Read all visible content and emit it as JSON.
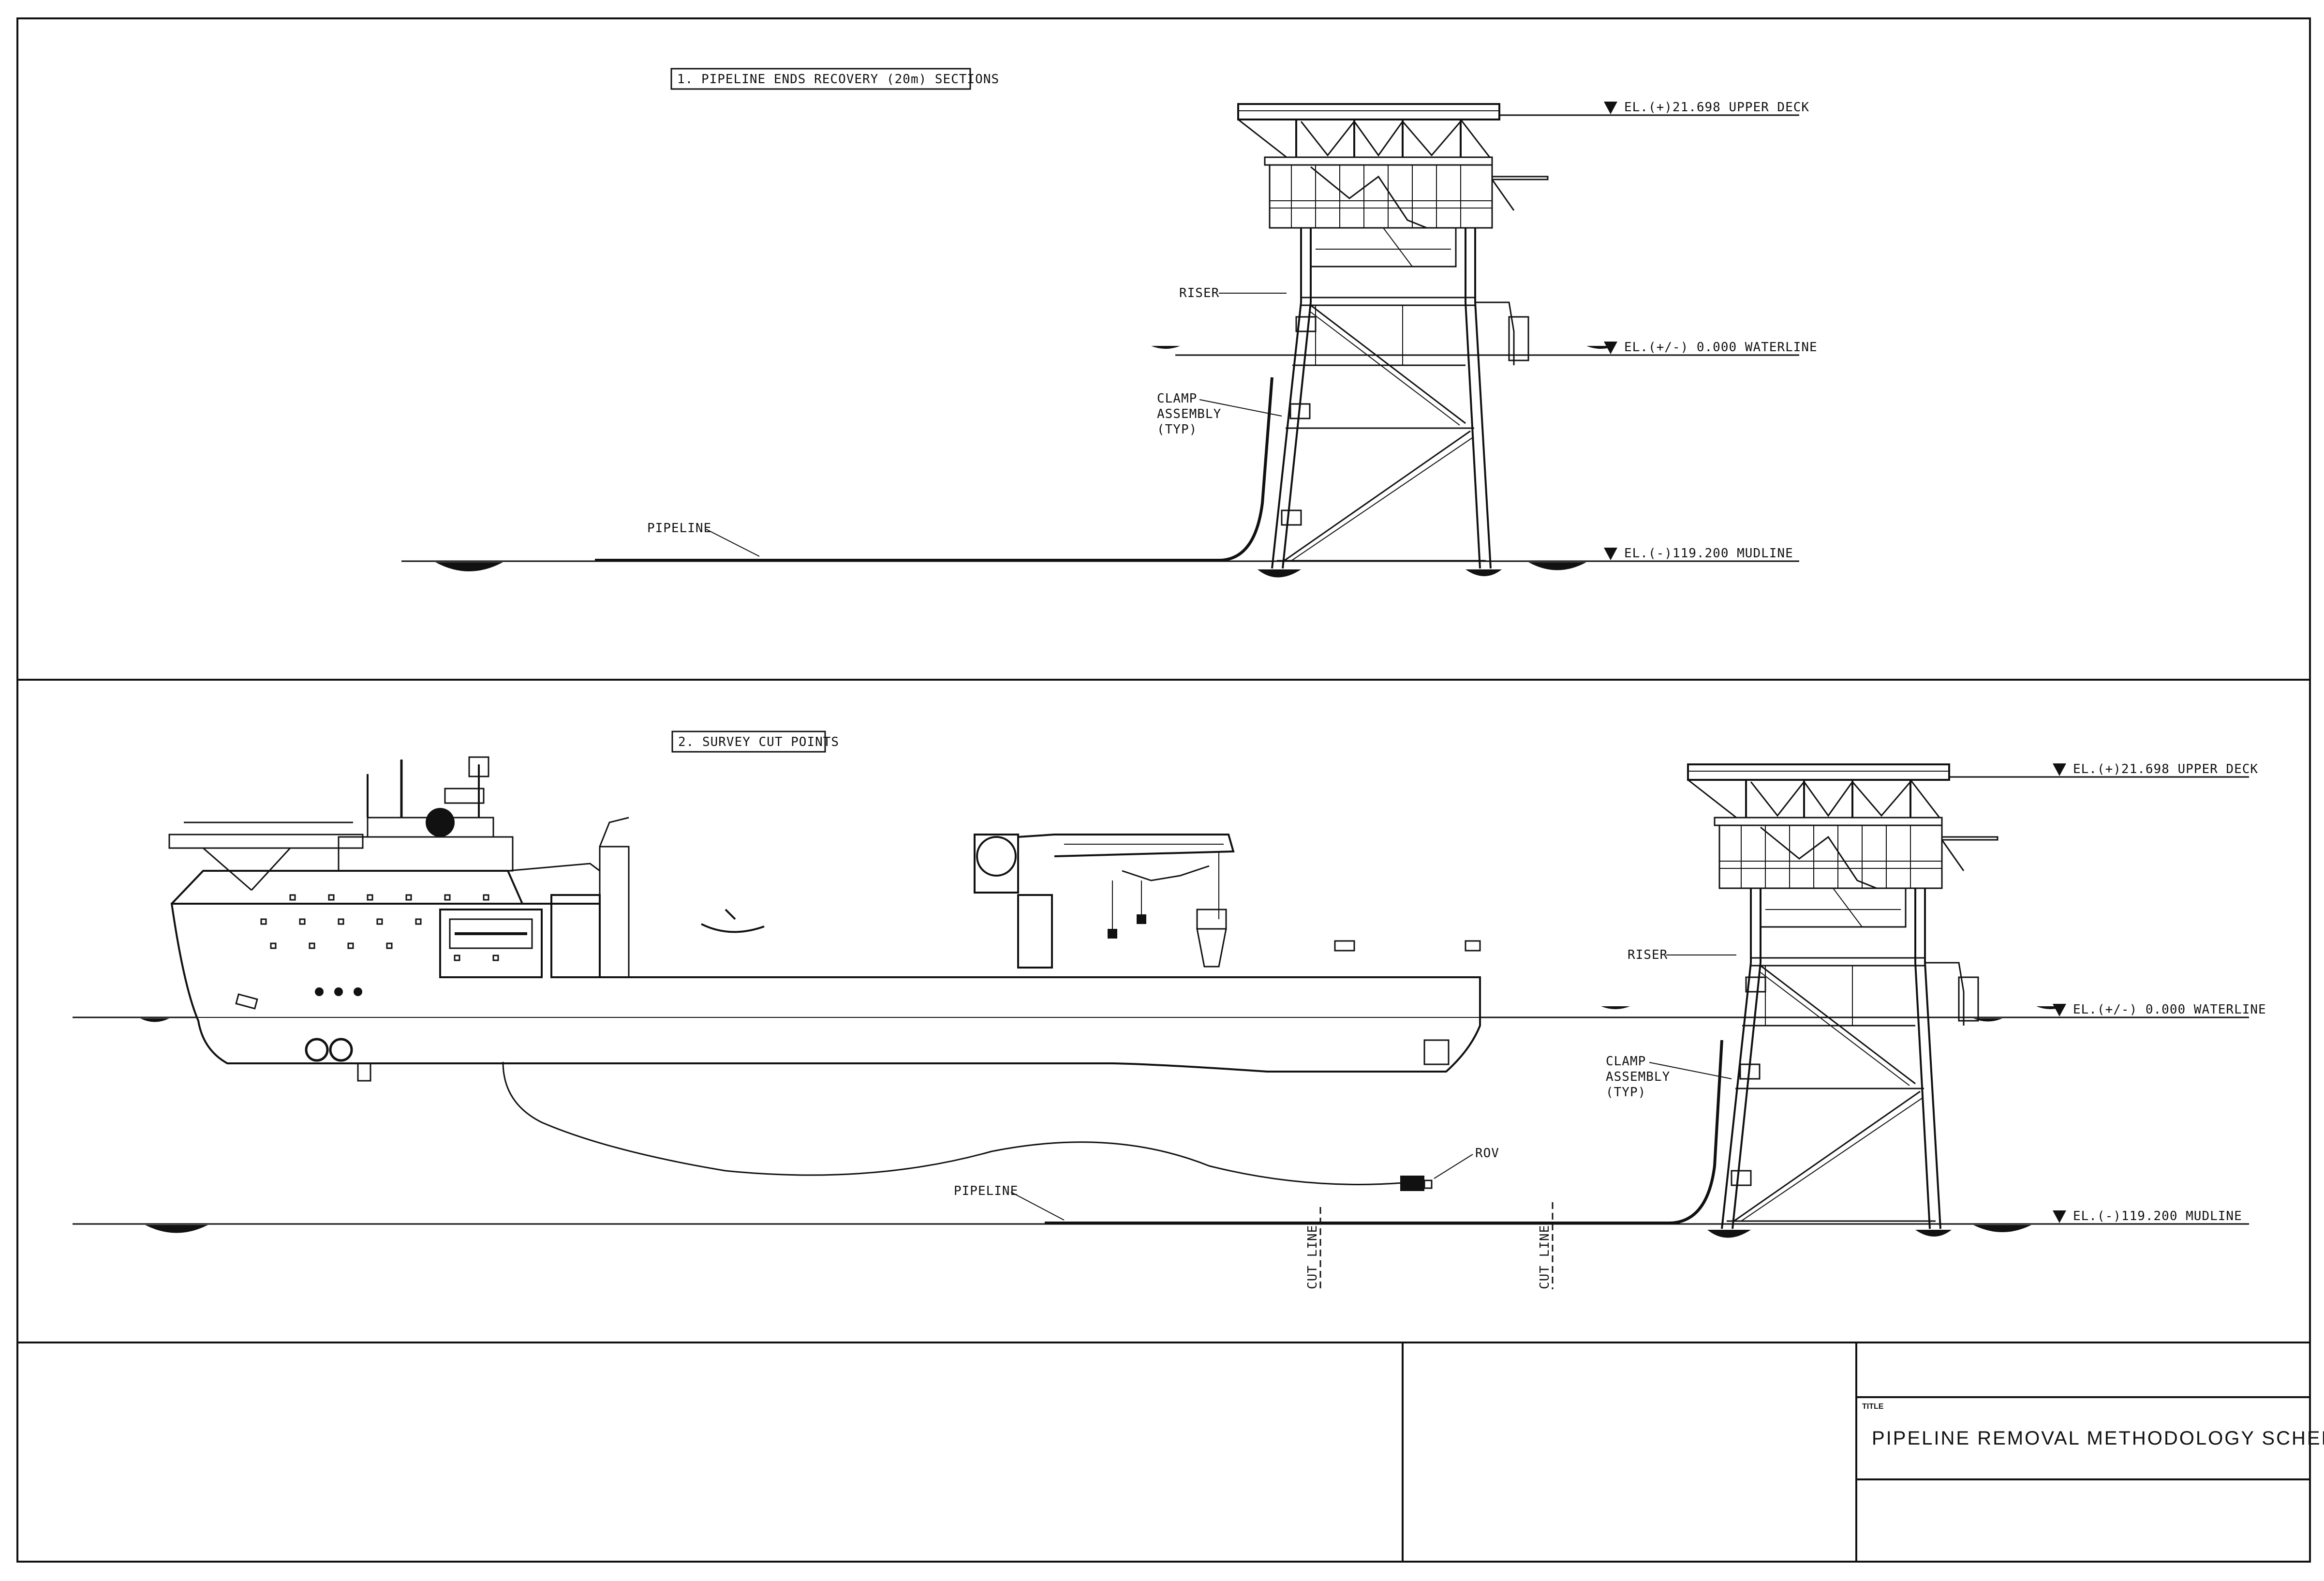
{
  "section1": {
    "heading": "1. PIPELINE ENDS RECOVERY (20m) SECTIONS",
    "elevations": {
      "upper_deck": "EL.(+)21.698 UPPER DECK",
      "waterline": "EL.(+/-) 0.000 WATERLINE",
      "mudline": "EL.(-)119.200 MUDLINE"
    },
    "labels": {
      "riser": "RISER",
      "clamp_1": "CLAMP",
      "clamp_2": "ASSEMBLY",
      "clamp_3": "(TYP)",
      "pipeline": "PIPELINE"
    }
  },
  "section2": {
    "heading": "2. SURVEY CUT POINTS",
    "elevations": {
      "upper_deck": "EL.(+)21.698 UPPER DECK",
      "waterline": "EL.(+/-) 0.000 WATERLINE",
      "mudline": "EL.(-)119.200 MUDLINE"
    },
    "labels": {
      "riser": "RISER",
      "clamp_1": "CLAMP",
      "clamp_2": "ASSEMBLY",
      "clamp_3": "(TYP)",
      "pipeline": "PIPELINE",
      "rov": "ROV",
      "cut_line_1": "CUT LINE",
      "cut_line_2": "CUT LINE"
    }
  },
  "title_block": {
    "title_caption": "TITLE",
    "title": "PIPELINE REMOVAL METHODOLOGY SCHEMATIC"
  }
}
